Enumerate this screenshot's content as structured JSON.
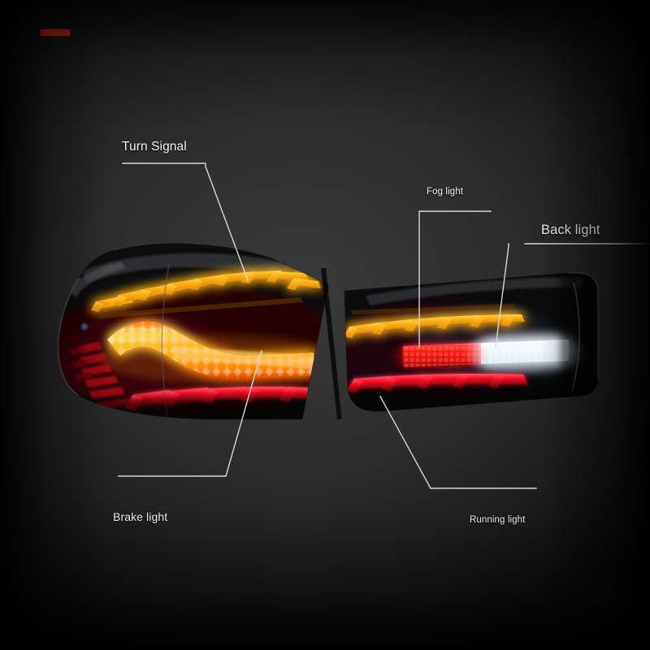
{
  "page": {
    "background_color": "#2e2e2e",
    "accent_color": "#e8322a"
  },
  "accent_bar": {
    "name": "red-accent-bar",
    "color": "#e8322a"
  },
  "product": {
    "description": "Pair of LED car tail light assemblies illuminated on a dark studio background",
    "assemblies": [
      {
        "position": "left",
        "name": "outer-tail-light",
        "features": [
          {
            "name": "turn-signal-chevrons",
            "color": "#f5a623",
            "count": 9
          },
          {
            "name": "sequential-amber-strip",
            "color": "#ffb000"
          },
          {
            "name": "brake-light-chevrons",
            "color": "#ff1020",
            "count": 7
          }
        ]
      },
      {
        "position": "right",
        "name": "inner-tail-light",
        "features": [
          {
            "name": "turn-signal-chevrons",
            "color": "#f5a623",
            "count": 6
          },
          {
            "name": "fog-light-strip",
            "color": "#ff1b1b"
          },
          {
            "name": "back-light-strip",
            "color": "#ffffff"
          },
          {
            "name": "running-light-chevrons",
            "color": "#ff1020",
            "count": 6
          }
        ]
      }
    ]
  },
  "annotations": {
    "line_color": "#d8d8d8",
    "items": [
      {
        "id": "turn_signal",
        "label": "Turn Signal",
        "target": "left-assembly-amber-chevrons"
      },
      {
        "id": "fog_light",
        "label": "Fog light",
        "target": "right-assembly-red-strip"
      },
      {
        "id": "back_light",
        "label": "Back light",
        "target": "right-assembly-white-strip"
      },
      {
        "id": "brake_light",
        "label": "Brake light",
        "target": "left-assembly-red-chevrons"
      },
      {
        "id": "running_light",
        "label": "Running light",
        "target": "right-assembly-red-chevrons"
      }
    ]
  }
}
